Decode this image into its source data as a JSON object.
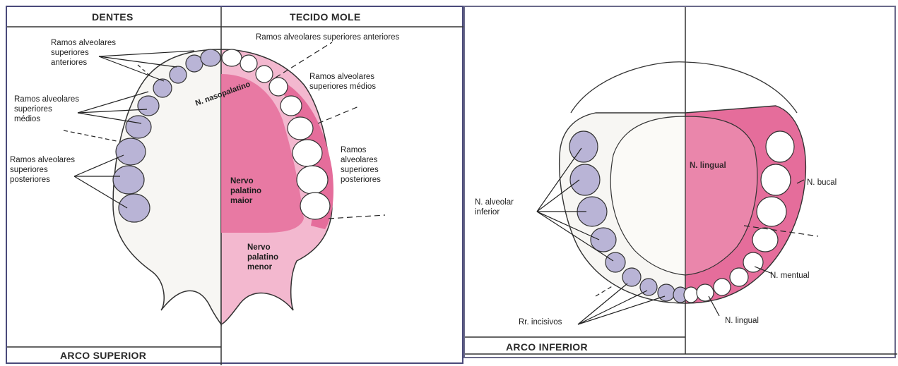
{
  "upper": {
    "header_left": "DENTES",
    "header_right": "TECIDO MOLE",
    "footer": "ARCO SUPERIOR",
    "labels": {
      "anterior_left": [
        "Ramos alveolares",
        "superiores",
        "anteriores"
      ],
      "anterior_right": "Ramos alveolares superiores anteriores",
      "medio_left": [
        "Ramos alveolares",
        "superiores",
        "médios"
      ],
      "medio_right": [
        "Ramos alveolares",
        "superiores médios"
      ],
      "posterior_left": [
        "Ramos alveolares",
        "superiores",
        "posteriores"
      ],
      "posterior_right": [
        "Ramos",
        "alveolares",
        "superiores",
        "posteriores"
      ],
      "nasopalatino": "N. nasopalatino",
      "palatino_maior": [
        "Nervo",
        "palatino",
        "maior"
      ],
      "palatino_menor": [
        "Nervo",
        "palatino",
        "menor"
      ]
    }
  },
  "lower": {
    "footer": "ARCO INFERIOR",
    "labels": {
      "alveolar_inferior": [
        "N. alveolar",
        "inferior"
      ],
      "lingual_top": "N. lingual",
      "bucal": "N. bucal",
      "mentual": "N. mentual",
      "incisivos": "Rr. incisivos",
      "lingual_bottom": "N. lingual"
    }
  },
  "colors": {
    "teeth_anesthetized": "#b9b4d6",
    "soft_tissue": "#e56d9b",
    "soft_tissue_light": "#f3b8cf",
    "panel_border": "#4a4a7a"
  }
}
